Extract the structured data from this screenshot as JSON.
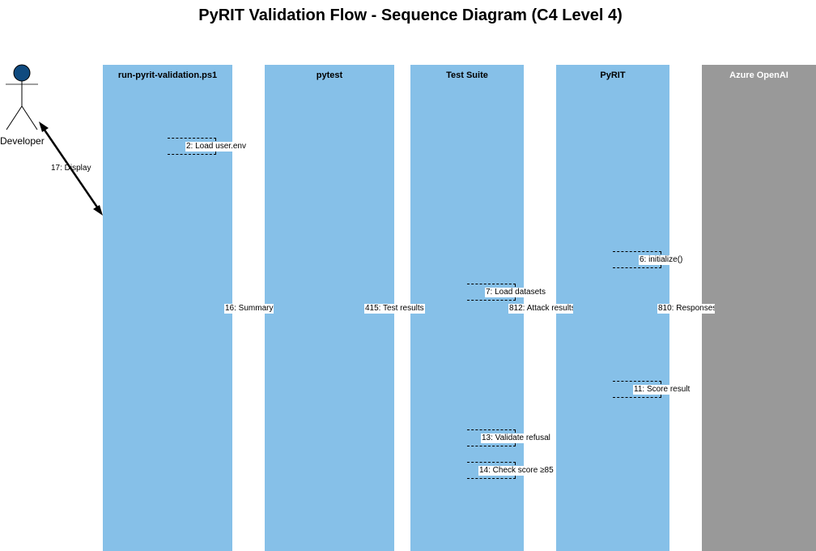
{
  "title": "PyRIT Validation Flow - Sequence Diagram (C4 Level 4)",
  "actor": {
    "label": "Developer",
    "head_color": "#0f4a7f"
  },
  "lifelines": [
    {
      "label": "run-pyrit-validation.ps1",
      "color": "#86c0e8"
    },
    {
      "label": "pytest",
      "color": "#86c0e8"
    },
    {
      "label": "Test Suite",
      "color": "#86c0e8"
    },
    {
      "label": "PyRIT",
      "color": "#86c0e8"
    },
    {
      "label": "Azure OpenAI",
      "color": "#999999"
    }
  ],
  "messages": {
    "m2": "2: Load user.env",
    "m6": "6: initialize()",
    "m7": "7: Load datasets",
    "m11": "11: Score result",
    "m13": "13: Validate refusal",
    "m14": "14: Check score ≥85",
    "m16": "16: Summary",
    "m15": "415: Test results",
    "m12": "812: Attack results",
    "m10": "810: Responses",
    "m17": "17: Display"
  }
}
